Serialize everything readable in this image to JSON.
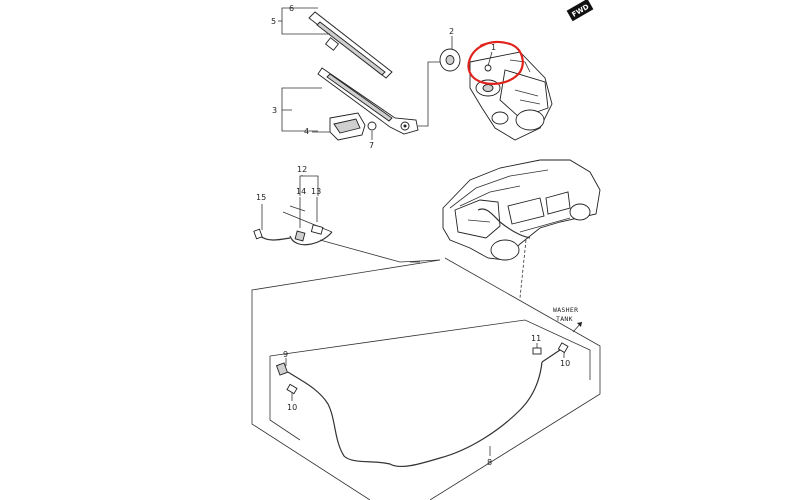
{
  "diagram": {
    "callouts": {
      "c1": "1",
      "c2": "2",
      "c3": "3",
      "c4": "4",
      "c5": "5",
      "c6": "6",
      "c7": "7",
      "c8": "8",
      "c9": "9",
      "c10a": "10",
      "c10b": "10",
      "c11": "11",
      "c12": "12",
      "c13": "13",
      "c14": "14",
      "c15": "15"
    },
    "fwd_label": "FWD",
    "washer_tank_line1": "WASHER",
    "washer_tank_line2": "TANK",
    "highlight_color": "#e0231c"
  }
}
